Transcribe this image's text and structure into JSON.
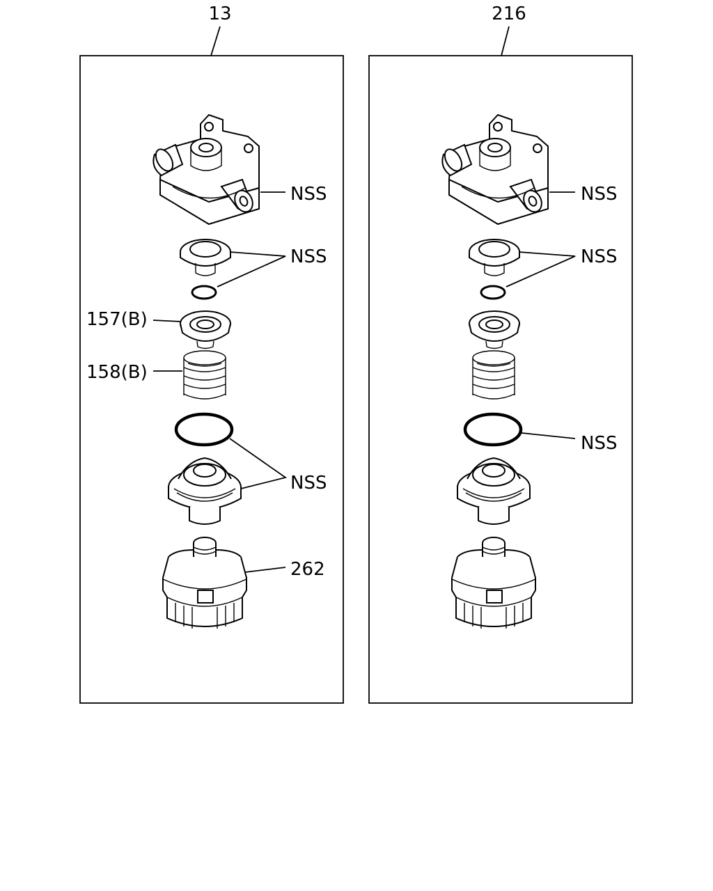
{
  "panels": [
    {
      "number": "13",
      "callouts": {
        "housing": "NSS",
        "seat_oring": "NSS",
        "valve": "157(B)",
        "spring": "158(B)",
        "body_oring": "NSS",
        "cap": "262"
      }
    },
    {
      "number": "216",
      "callouts": {
        "housing": "NSS",
        "seat_oring": "NSS",
        "body_oring": "NSS"
      }
    }
  ]
}
